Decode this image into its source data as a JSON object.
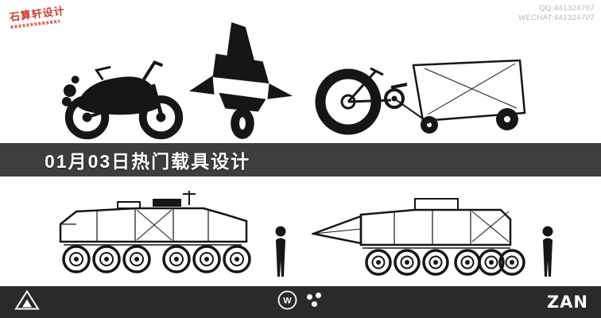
{
  "stamp": {
    "text": "石算轩设计"
  },
  "contact": {
    "qq": "QQ:441324707",
    "wechat": "WECHAT:441324707"
  },
  "banner": {
    "title": "01月03日热门载具设计"
  },
  "footer": {
    "brand": "ZAN",
    "w_badge": "W"
  },
  "figures": {
    "top_row": [
      "motorcycle-side-view",
      "motorcycle-front-view",
      "cargo-trike-side-view"
    ],
    "bottom_row": [
      "six-wheel-rover-left",
      "human-scale-figure",
      "six-wheel-rover-right",
      "human-scale-figure"
    ]
  },
  "colors": {
    "bannerBg": "#3e3e3e",
    "footerBg": "#2a2a2a",
    "stampRed": "#d03a2e",
    "ink": "#161616",
    "contactGray": "#b5b5b5"
  }
}
